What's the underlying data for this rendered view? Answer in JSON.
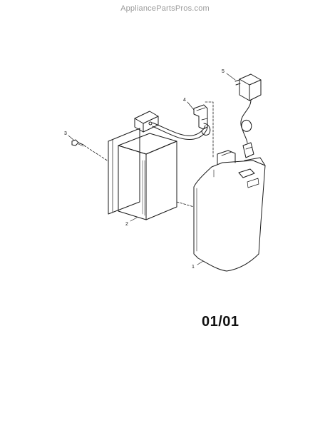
{
  "watermark": "AppliancePartsPros.com",
  "callouts": {
    "c1": "1",
    "c2": "2",
    "c3": "3",
    "c4": "4",
    "c5": "5"
  },
  "page_code": "01/01"
}
